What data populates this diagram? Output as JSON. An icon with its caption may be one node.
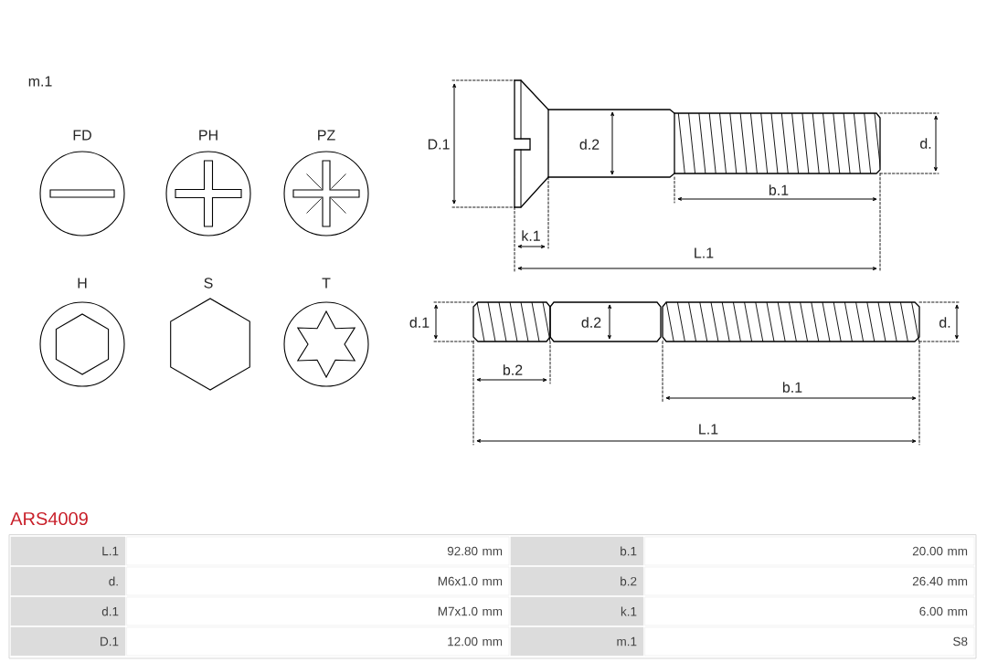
{
  "diagram": {
    "title": "ARS4009",
    "labels": [
      "m.1",
      "FD",
      "PH",
      "PZ",
      "H",
      "S",
      "T",
      "D.1",
      "d.2",
      "d.",
      "b.1",
      "k.1",
      "L.1",
      "d.1",
      "d.2",
      "d.",
      "b.2",
      "b.1",
      "L.1",
      "L.1",
      "92.80 mm",
      "b.1",
      "20.00 mm",
      "d.",
      "M6x1.0 mm",
      "b.2",
      "26.40 mm",
      "d.1",
      "M7x1.0 mm",
      "k.1",
      "6.00 mm",
      "D.1",
      "12.00 mm",
      "m.1",
      "S8"
    ]
  }
}
